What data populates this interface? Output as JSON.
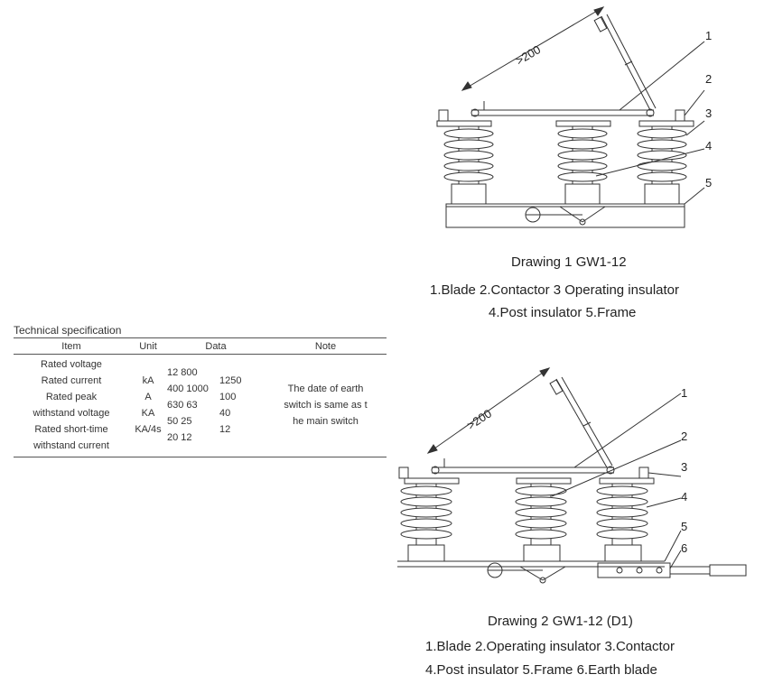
{
  "spec": {
    "title": "Technical specification",
    "headers": {
      "item": "Item",
      "unit": "Unit",
      "data": "Data",
      "note": "Note"
    },
    "items": [
      "Rated voltage",
      "Rated current",
      "Rated peak",
      "withstand voltage",
      "Rated short-time",
      "withstand current"
    ],
    "units": [
      "kA",
      "A",
      "KA",
      "KA/4s"
    ],
    "data_col1": [
      "12  800",
      "400  1000",
      "630  63",
      "50  25",
      "20  12"
    ],
    "data_col2": [
      "1250",
      "100",
      "40",
      "12"
    ],
    "note": [
      "The date of earth",
      "switch is same as t",
      "he main switch"
    ]
  },
  "drawing1": {
    "dimension": ">200",
    "callouts": [
      "1",
      "2",
      "3",
      "4",
      "5"
    ],
    "caption_title": "Drawing 1 GW1-12",
    "caption_line1": "1.Blade  2.Contactor 3 Operating insulator",
    "caption_line2": "4.Post insulator  5.Frame"
  },
  "drawing2": {
    "dimension": ">200",
    "callouts": [
      "1",
      "2",
      "3",
      "4",
      "5",
      "6"
    ],
    "caption_title": "Drawing 2 GW1-12 (D1)",
    "caption_line1": "1.Blade  2.Operating insulator 3.Contactor",
    "caption_line2": "4.Post insulator  5.Frame  6.Earth blade"
  }
}
